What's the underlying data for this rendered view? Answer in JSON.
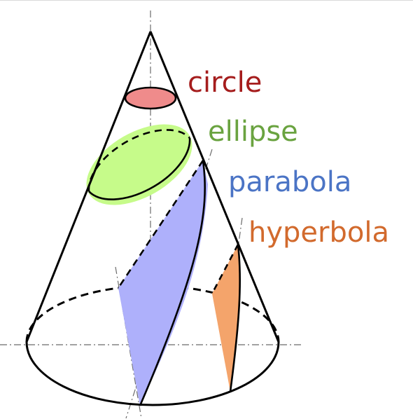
{
  "labels": {
    "circle": "circle",
    "ellipse": "ellipse",
    "parabola": "parabola",
    "hyperbola": "hyperbola"
  },
  "colors": {
    "circle_label": "#a51d1d",
    "circle_fill": "#ef8b8b",
    "ellipse_label": "#6aa340",
    "ellipse_fill": "#c6fb8a",
    "parabola_label": "#4b74c5",
    "parabola_fill": "#aeb0fb",
    "hyperbola_label": "#d26a2d",
    "hyperbola_fill": "#f4a46b",
    "outline": "#000000",
    "axis": "#6b6b6b"
  }
}
